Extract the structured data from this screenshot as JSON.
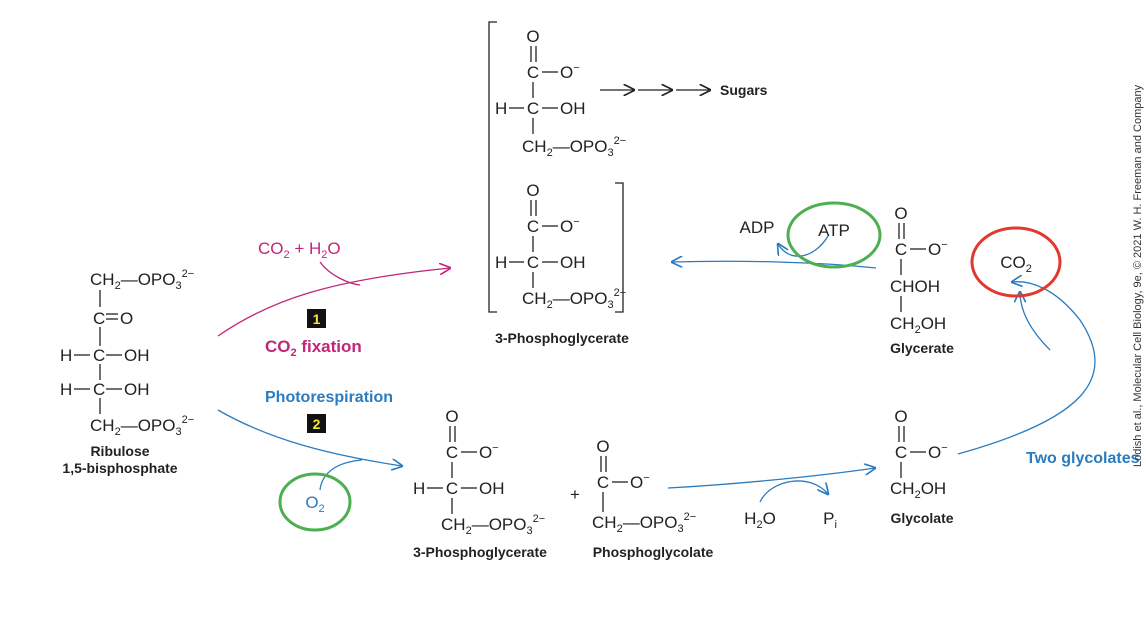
{
  "credit": "Lodish et al., Molecular Cell Biology, 9e, © 2021 W. H. Freeman and Company",
  "colors": {
    "magenta": "#c2257a",
    "blue": "#2b7bbf",
    "green": "#4caf50",
    "red": "#e03a2f"
  },
  "molecules": {
    "ribulose": {
      "name_line1": "Ribulose",
      "name_line2": "1,5-bisphosphate",
      "rows": [
        "CH2—OPO3 2−",
        "C=O",
        "H—C—OH",
        "H—C—OH",
        "CH2—OPO3 2−"
      ]
    },
    "pga_top": {
      "name": "3-Phosphoglycerate"
    },
    "pga_bottom": {
      "name": "3-Phosphoglycerate"
    },
    "phosphoglycolate": {
      "name": "Phosphoglycolate"
    },
    "glycolate": {
      "name": "Glycolate"
    },
    "glycerate": {
      "name": "Glycerate"
    }
  },
  "labels": {
    "sugars": "Sugars",
    "co2_fixation": "CO2 fixation",
    "photorespiration": "Photorespiration",
    "two_glycolates": "Two glycolates",
    "plus": "+",
    "step1": "1",
    "step2": "2"
  },
  "reactants": {
    "co2_h2o": "CO2 + H2O",
    "o2": "O2",
    "adp": "ADP",
    "atp": "ATP",
    "h2o": "H2O",
    "pi": "Pi",
    "co2": "CO2"
  }
}
